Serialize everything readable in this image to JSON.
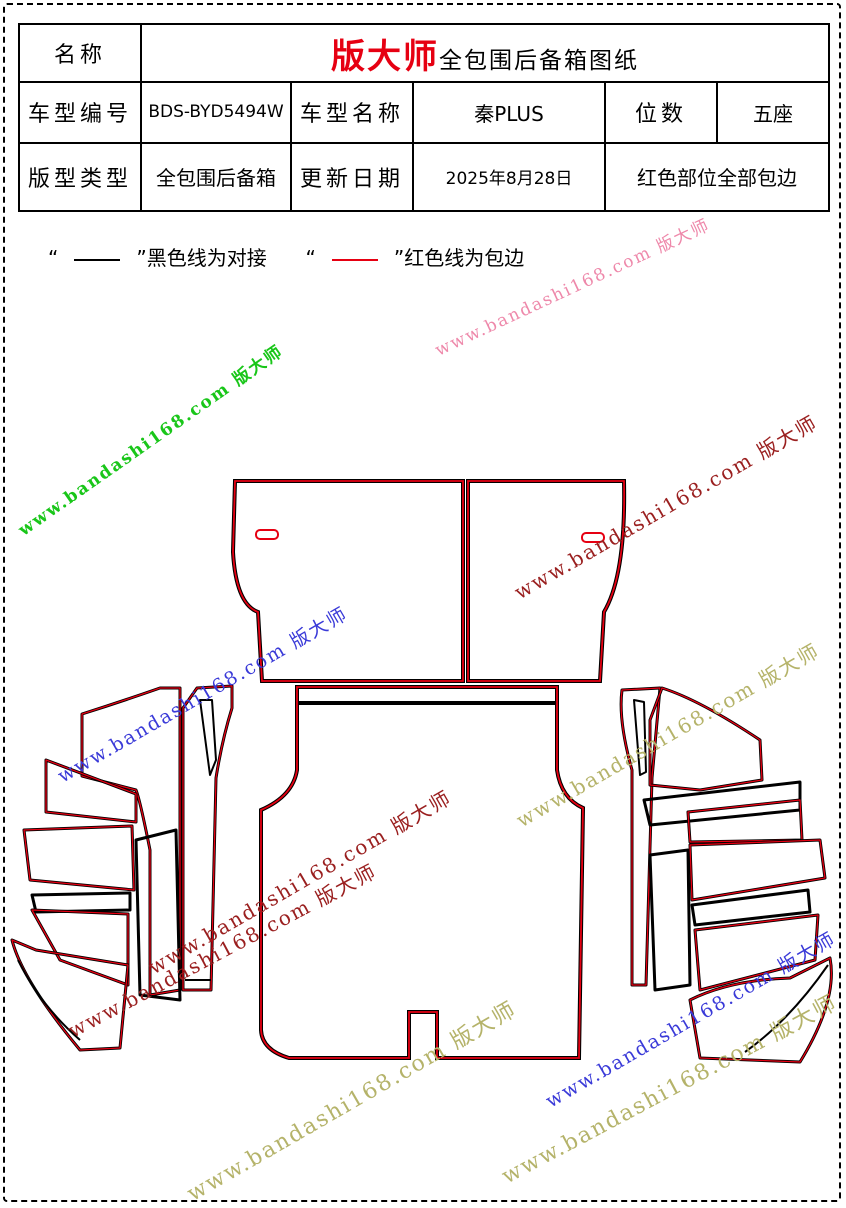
{
  "header": {
    "name_label": "名称",
    "title_brand": "版大师",
    "title_rest": "全包围后备箱图纸",
    "model_code_label": "车型编号",
    "model_code": "BDS-BYD5494W",
    "model_name_label": "车型名称",
    "model_name": "秦PLUS",
    "seats_label": "位数",
    "seats": "五座",
    "pattern_type_label": "版型类型",
    "pattern_type": "全包围后备箱",
    "update_label": "更新日期",
    "update_date": "2025年8月28日",
    "edge_note": "红色部位全部包边"
  },
  "legend": {
    "black_text": "黑色线为对接",
    "red_text": "红色线为包边",
    "open_quote": "“",
    "close_quote": "”"
  },
  "watermarks": [
    "www.bandashi168.com 版大师",
    "www.bandashi168.com 版大师",
    "www.bandashi168.com 版大师",
    "www.bandashi168.com 版大师",
    "www.bandashi168.com 版大师",
    "www.bandashi168.com 版大师",
    "www.bandashi168.com 版大师",
    "www.bandashi168.com 版大师",
    "www.bandashi168.com 版大师",
    "www.bandashi168.com 版大师"
  ],
  "colors": {
    "edge_red": "#e60012",
    "join_black": "#000000",
    "wm_green": "#19c619",
    "wm_blue": "#3a3ad8",
    "wm_darkred": "#9a1f1f",
    "wm_pink": "#ee88aa",
    "wm_olive": "#b5b36a"
  }
}
